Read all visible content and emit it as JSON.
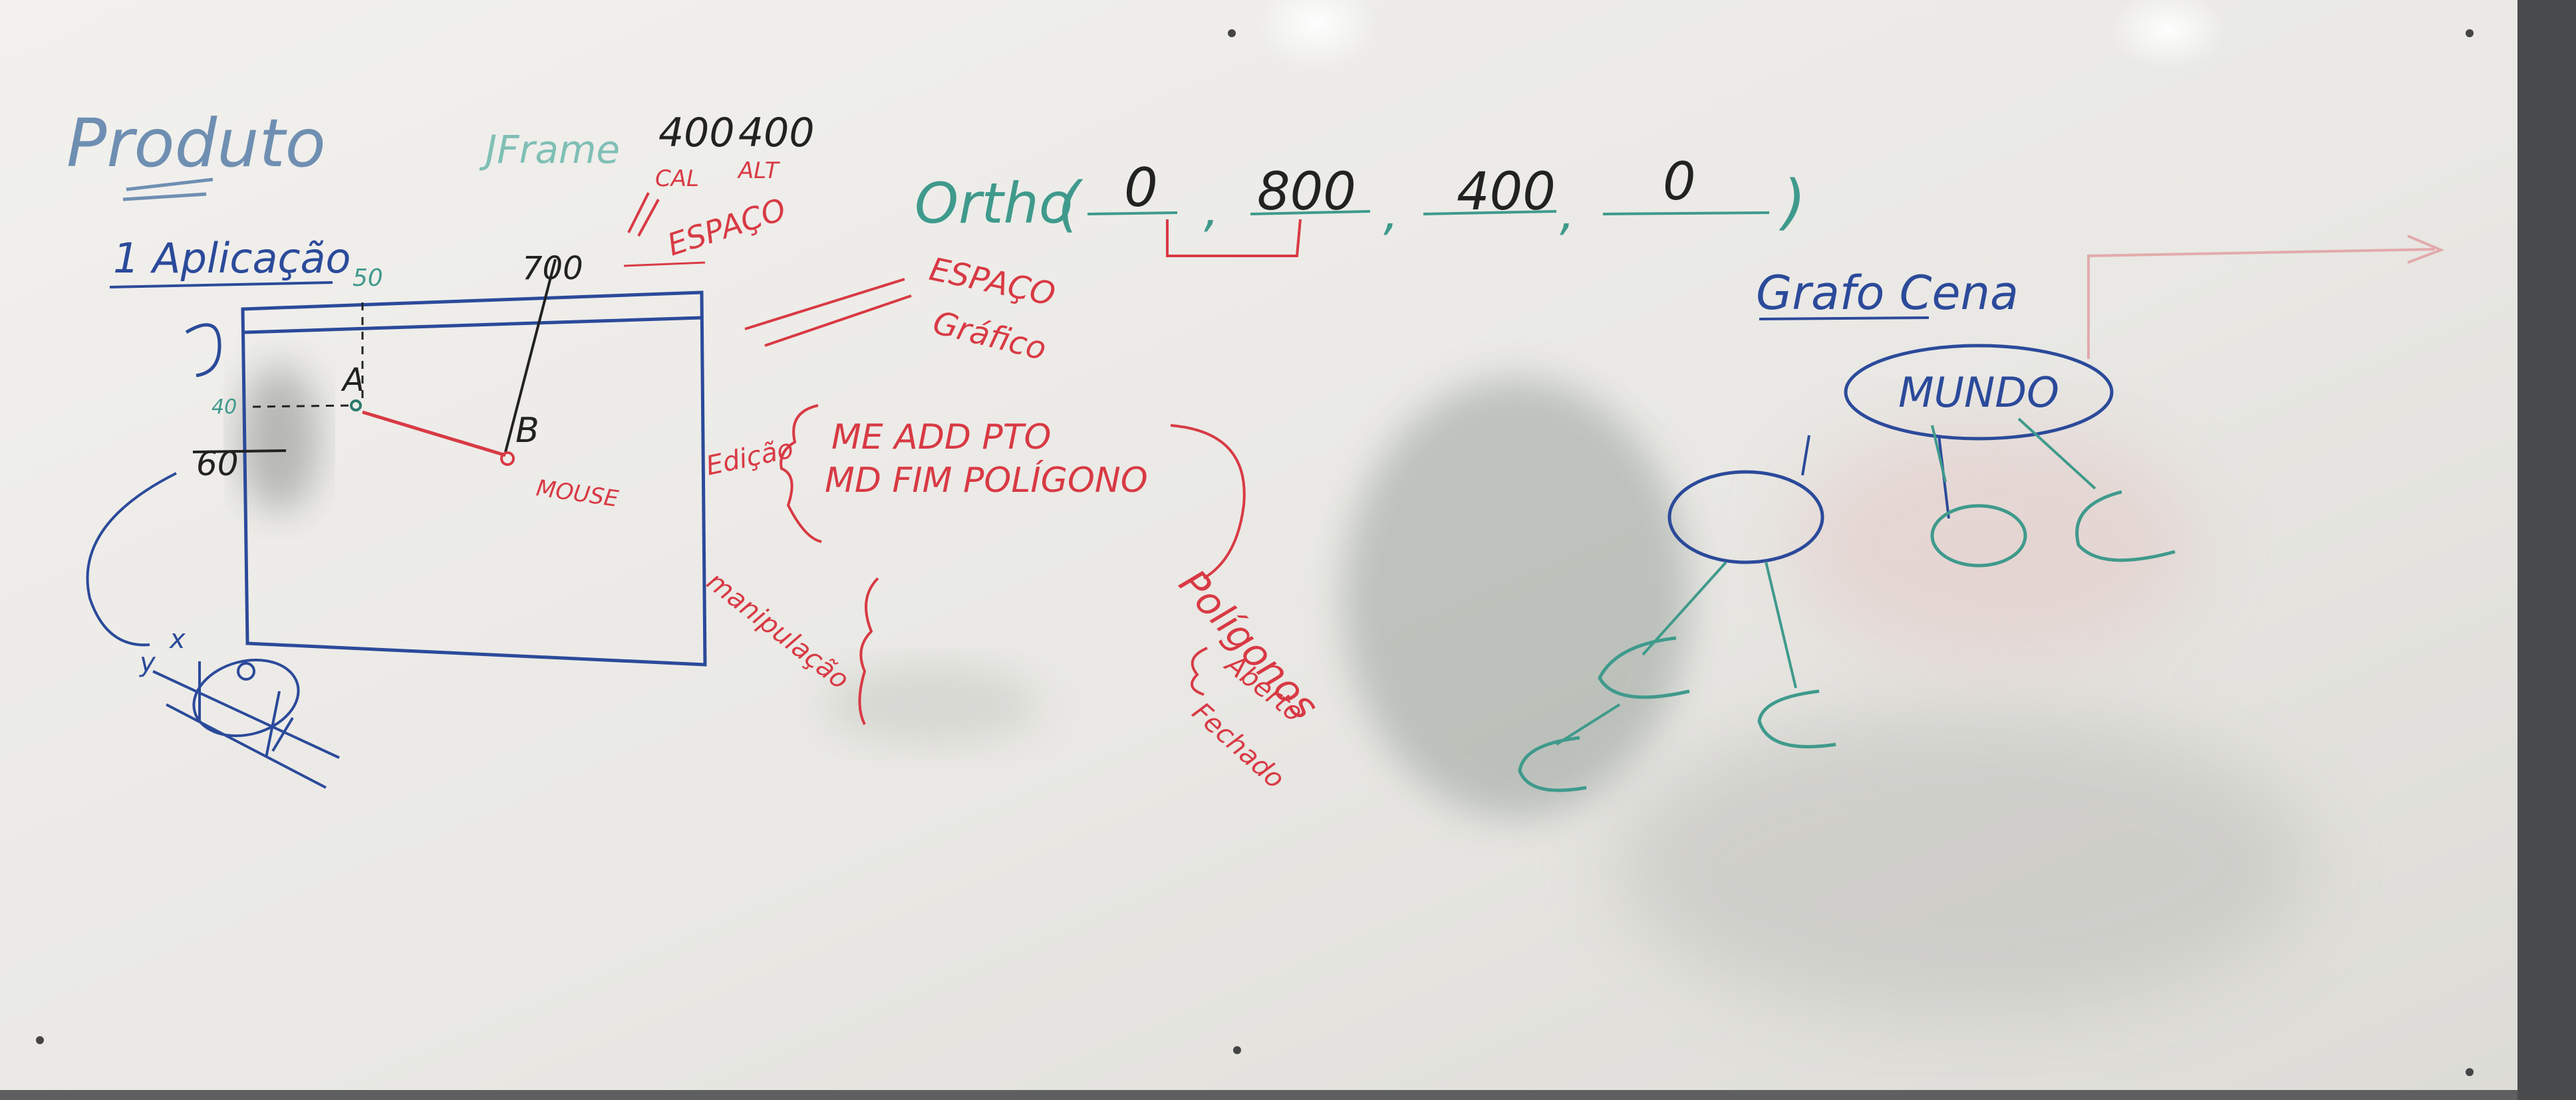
{
  "colors": {
    "board": "#ecebe7",
    "frame": "#3a3b3d",
    "blue": "#2b4a9a",
    "teal": "#3f9a8c",
    "red": "#d83a44",
    "black": "#222222"
  },
  "left_area": {
    "title": "Produto",
    "subtitle": "1 Aplicação",
    "frame_label": "JFrame",
    "width_value": "400",
    "width_tag": "CAL",
    "height_value": "400",
    "height_tag": "ALT",
    "x_tick": "50",
    "y_tick": "40",
    "left_number": "60",
    "mark_700": "700",
    "point_a": "A",
    "point_b": "B",
    "mouse_label": "MOUSE",
    "espaco_small": "ESPAÇO",
    "axis_y": "y",
    "axis_x": "x"
  },
  "middle_area": {
    "espaco_grafico_1": "ESPAÇO",
    "espaco_grafico_2": "Gráfico",
    "edicao_label": "Edição",
    "me_line": "ME ADD PTO",
    "md_line": "MD FIM POLÍGONO",
    "manipulacao_label": "manipulação",
    "poligonos_label": "Polígonos",
    "aberto_label": "Aberto",
    "fechado_label": "Fechado"
  },
  "ortho": {
    "function_name": "Ortho",
    "args": [
      "0",
      "800",
      "400",
      "0"
    ]
  },
  "scene_graph": {
    "title": "Grafo Cena",
    "root_label": "MUNDO"
  }
}
